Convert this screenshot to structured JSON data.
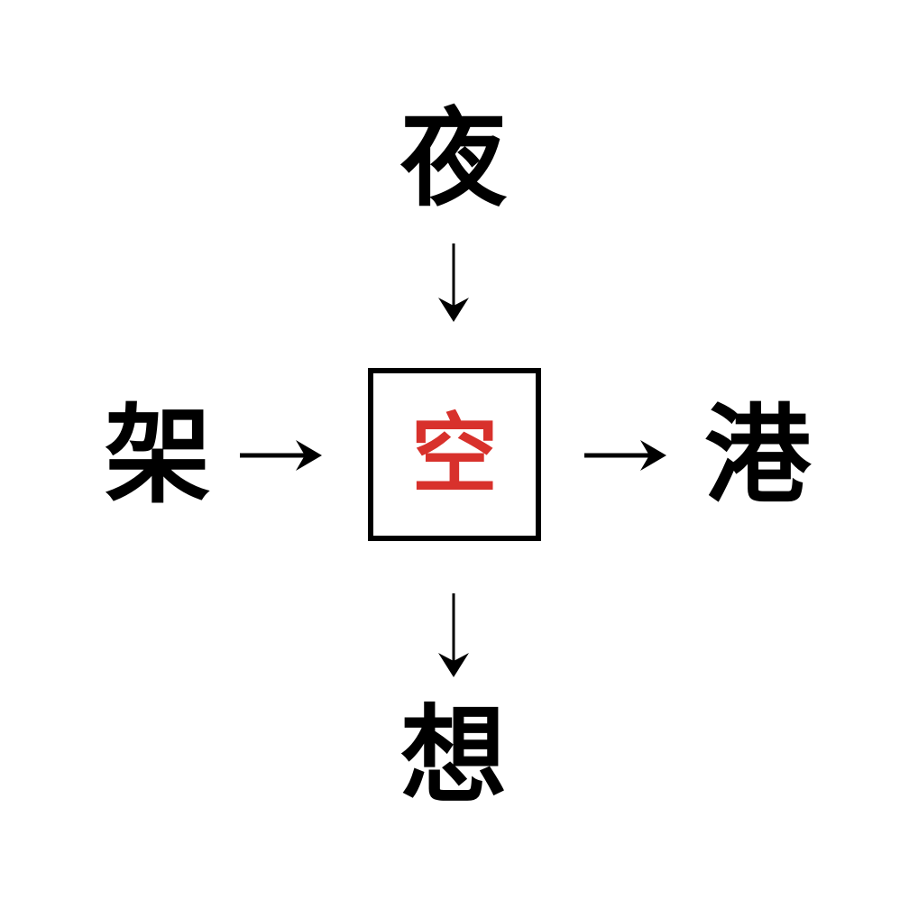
{
  "diagram": {
    "title": "Kanji compound association diagram",
    "type": "radial-association",
    "background_color": "#ffffff",
    "center": {
      "character": "空",
      "color": "#d8312c",
      "box_border_color": "#000000",
      "boxed": true
    },
    "nodes": {
      "top": {
        "character": "夜",
        "color": "#000000",
        "position": "top"
      },
      "left": {
        "character": "架",
        "color": "#000000",
        "position": "left"
      },
      "right": {
        "character": "港",
        "color": "#000000",
        "position": "right"
      },
      "bottom": {
        "character": "想",
        "color": "#000000",
        "position": "bottom"
      }
    },
    "arrows": {
      "top": {
        "glyph": "↓",
        "direction": "down",
        "from": "夜",
        "to": "空",
        "color": "#000000"
      },
      "left": {
        "glyph": "→",
        "direction": "right",
        "from": "架",
        "to": "空",
        "color": "#000000"
      },
      "right": {
        "glyph": "→",
        "direction": "right",
        "from": "空",
        "to": "港",
        "color": "#000000"
      },
      "bottom": {
        "glyph": "↓",
        "direction": "down",
        "from": "空",
        "to": "想",
        "color": "#000000"
      }
    }
  }
}
